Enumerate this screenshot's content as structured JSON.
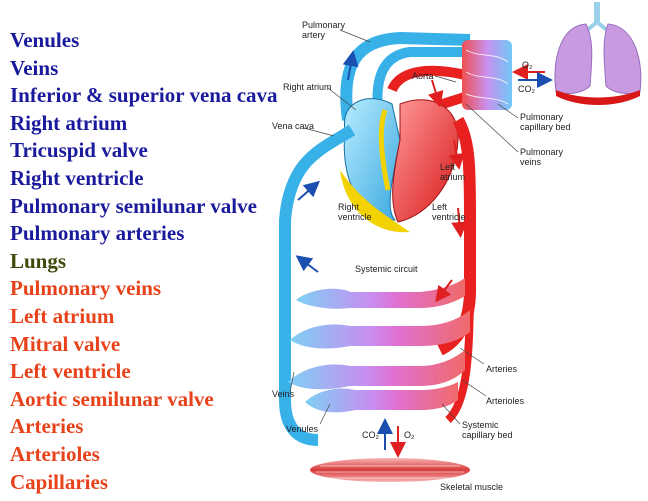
{
  "sequence": [
    {
      "text": "Venules",
      "color": "blue"
    },
    {
      "text": "Veins",
      "color": "blue"
    },
    {
      "text": "Inferior & superior vena cava",
      "color": "blue"
    },
    {
      "text": "Right atrium",
      "color": "blue"
    },
    {
      "text": "Tricuspid valve",
      "color": "blue"
    },
    {
      "text": "Right ventricle",
      "color": "blue"
    },
    {
      "text": "Pulmonary semilunar valve",
      "color": "blue"
    },
    {
      "text": "Pulmonary arteries",
      "color": "blue"
    },
    {
      "text": "Lungs",
      "color": "green"
    },
    {
      "text": "Pulmonary veins",
      "color": "red"
    },
    {
      "text": "Left atrium",
      "color": "red"
    },
    {
      "text": "Mitral valve",
      "color": "red"
    },
    {
      "text": "Left ventricle",
      "color": "red"
    },
    {
      "text": "Aortic semilunar valve",
      "color": "red"
    },
    {
      "text": "Arteries",
      "color": "red"
    },
    {
      "text": "Arterioles",
      "color": "red"
    },
    {
      "text": "Capillaries",
      "color": "red"
    }
  ],
  "colors": {
    "blue": "#1a1a9c",
    "green": "#3d4a0a",
    "red": "#e8421a",
    "artery": "#e82020",
    "vein": "#30a8e8"
  },
  "labels": {
    "pulmonary_artery": [
      "Pulmonary",
      "artery"
    ],
    "aorta": "Aorta",
    "right_atrium": "Right atrium",
    "vena_cava": "Vena cava",
    "o2_top": "O₂",
    "co2_top": "CO₂",
    "pulmonary_capillary_bed": [
      "Pulmonary",
      "capillary bed"
    ],
    "pulmonary_veins": [
      "Pulmonary",
      "veins"
    ],
    "left_atrium": [
      "Left",
      "atrium"
    ],
    "right_ventricle": [
      "Right",
      "ventricle"
    ],
    "left_ventricle": [
      "Left",
      "ventricle"
    ],
    "systemic_circuit": "Systemic circuit",
    "arteries": "Arteries",
    "veins": "Veins",
    "arterioles": "Arterioles",
    "venules": "Venules",
    "co2_bottom": "CO₂",
    "o2_bottom": "O₂",
    "systemic_capillary_bed": [
      "Systemic",
      "capillary bed"
    ],
    "skeletal_muscle": "Skeletal muscle"
  }
}
